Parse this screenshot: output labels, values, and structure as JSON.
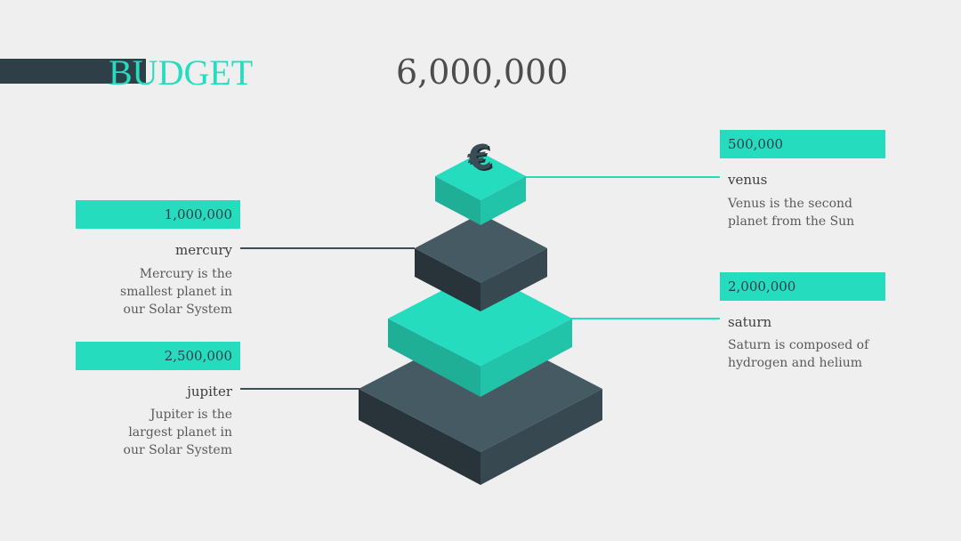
{
  "header": {
    "title": "BUDGET",
    "total": "6,000,000"
  },
  "items": {
    "venus": {
      "value": "500,000",
      "name": "venus",
      "desc_lines": [
        "Venus is the second",
        "planet from the Sun"
      ]
    },
    "mercury": {
      "value": "1,000,000",
      "name": "mercury",
      "desc_lines": [
        "Mercury is the",
        "smallest planet in",
        "our Solar System"
      ]
    },
    "saturn": {
      "value": "2,000,000",
      "name": "saturn",
      "desc_lines": [
        "Saturn is composed of",
        "hydrogen and helium"
      ]
    },
    "jupiter": {
      "value": "2,500,000",
      "name": "jupiter",
      "desc_lines": [
        "Jupiter is the",
        "largest planet in",
        "our Solar System"
      ]
    }
  },
  "colors": {
    "teal": "#26dcbf",
    "teal_mid": "#22c4a9",
    "teal_dark": "#1fae96",
    "slate": "#465a64",
    "slate_mid": "#374850",
    "slate_dark": "#283439",
    "line_teal": "#26dcbf",
    "line_slate": "#3c4d56"
  },
  "icons": {
    "top": "euro-icon"
  }
}
